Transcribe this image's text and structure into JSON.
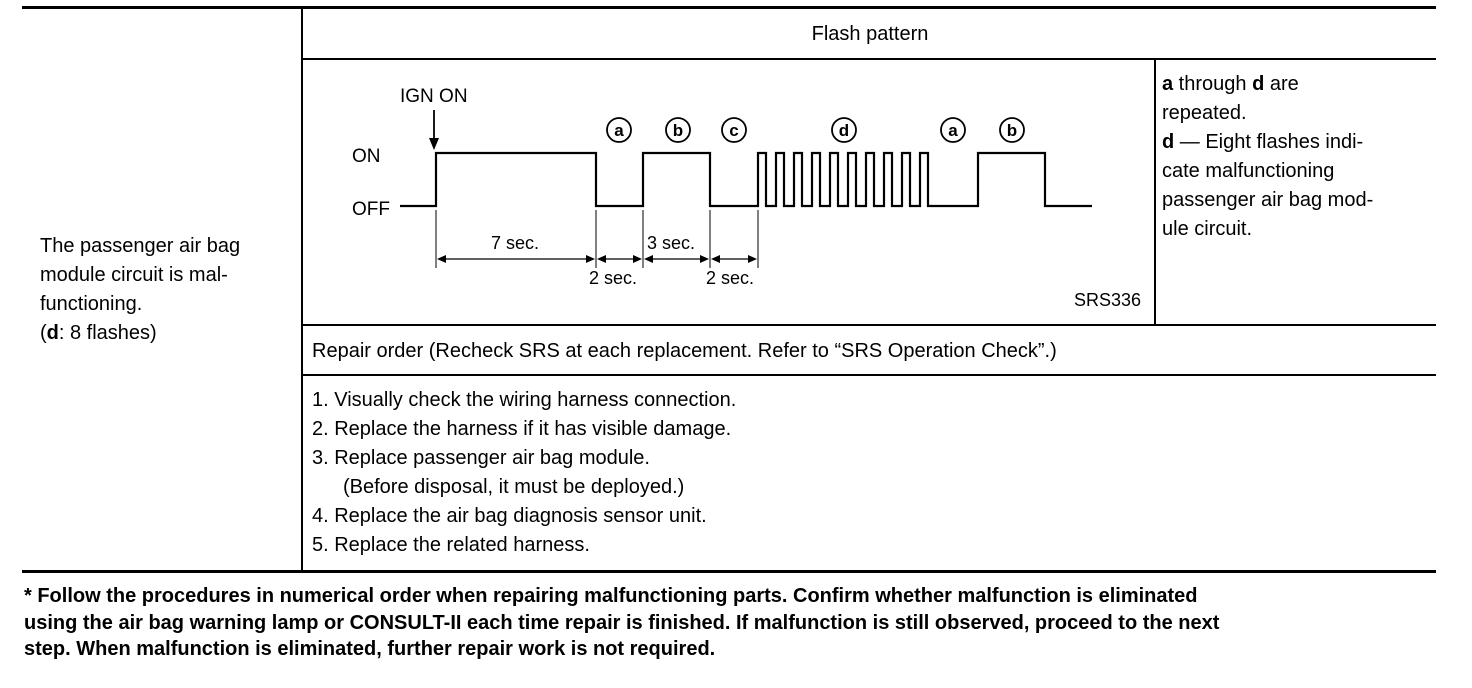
{
  "condition": {
    "lines": [
      "The passenger air bag",
      "module circuit is mal-",
      "functioning."
    ],
    "flash_prefix": "(",
    "flash_bold": "d",
    "flash_rest": ": 8 flashes)"
  },
  "flash_pattern": {
    "header": "Flash pattern",
    "ign_label": "IGN ON",
    "on_label": "ON",
    "off_label": "OFF",
    "pulse_labels": [
      "a",
      "b",
      "c",
      "d",
      "a",
      "b"
    ],
    "durations": [
      "7 sec.",
      "3 sec.",
      "2 sec.",
      "2 sec."
    ],
    "figure_id": "SRS336"
  },
  "note": {
    "line1_a": "a",
    "line1_mid": " through ",
    "line1_b": "d",
    "line1_end": " are",
    "line2": "repeated.",
    "line3_bold": "d",
    "line3_rest": " — Eight flashes indi-",
    "line4": "cate malfunctioning",
    "line5": "passenger air bag mod-",
    "line6": "ule circuit."
  },
  "repair": {
    "header": "Repair order (Recheck SRS at each replacement. Refer to “SRS Operation Check”.)",
    "steps": [
      "1.  Visually check the wiring harness connection.",
      "2.  Replace the harness if it has visible damage.",
      "3.  Replace passenger air bag module.",
      "(Before disposal, it must be deployed.)",
      "4.  Replace the air bag diagnosis sensor unit.",
      "5.  Replace the related harness."
    ]
  },
  "footnote": {
    "lines": [
      "* Follow the procedures in numerical order when repairing malfunctioning parts. Confirm whether malfunction is eliminated",
      "using the air bag warning lamp or CONSULT-II each time repair is finished. If malfunction is still observed, proceed to the next",
      "step. When malfunction is eliminated, further repair work is not required."
    ]
  }
}
